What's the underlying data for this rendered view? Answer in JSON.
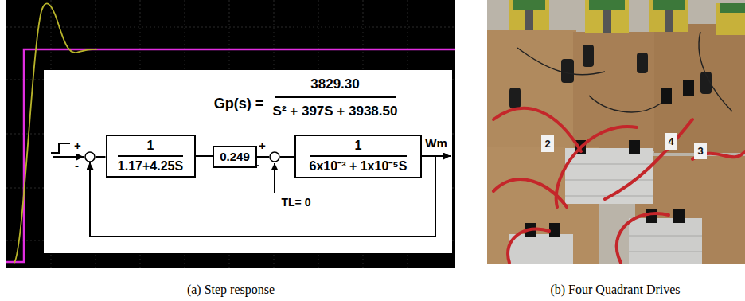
{
  "diagram": {
    "nodes": [
      {
        "text": [
          "+",
          "-"
        ]
      },
      {
        "text": [
          "1",
          "1.17+4.25S"
        ]
      },
      {
        "text": [
          "0.249"
        ]
      },
      {
        "text": [
          "+",
          "-"
        ]
      },
      {
        "text": [
          "1",
          "6x10⁻³ + 1x10⁻⁵S"
        ]
      }
    ],
    "edges": [
      {
        "from": 0,
        "to": 1,
        "arrow": "none"
      },
      {
        "from": 1,
        "to": 2,
        "arrow": "none"
      },
      {
        "from": 2,
        "to": 3,
        "arrow": "none"
      },
      {
        "from": 3,
        "to": 4,
        "arrow": "none"
      },
      {
        "from": 4,
        "to": 0,
        "arrow": "to"
      }
    ],
    "labels": [
      "Gp(s) =",
      "3829.30",
      "S² + 397S + 3938.50",
      "TL= 0",
      "Wm",
      "2",
      "4",
      "3",
      "(a) Step response",
      "(b) Four Quadrant Drives"
    ]
  }
}
